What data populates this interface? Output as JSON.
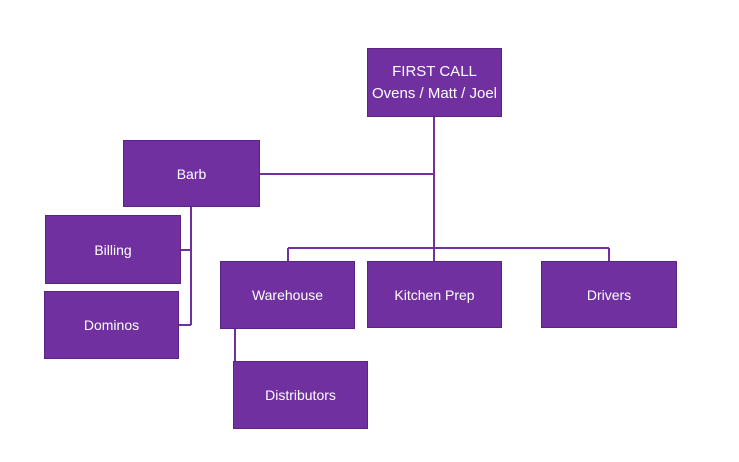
{
  "diagram": {
    "type": "org-chart",
    "box_color": "#7030a0",
    "line_color": "#7030a0",
    "text_color": "#ffffff",
    "nodes": {
      "first_call": {
        "line1": "FIRST CALL",
        "line2": "Ovens / Matt / Joel"
      },
      "barb": {
        "label": "Barb"
      },
      "billing": {
        "label": "Billing"
      },
      "dominos": {
        "label": "Dominos"
      },
      "warehouse": {
        "label": "Warehouse"
      },
      "kitchen_prep": {
        "label": "Kitchen Prep"
      },
      "drivers": {
        "label": "Drivers"
      },
      "distributors": {
        "label": "Distributors"
      }
    },
    "edges": [
      [
        "first_call",
        "barb"
      ],
      [
        "first_call",
        "warehouse"
      ],
      [
        "first_call",
        "kitchen_prep"
      ],
      [
        "first_call",
        "drivers"
      ],
      [
        "barb",
        "billing"
      ],
      [
        "barb",
        "dominos"
      ],
      [
        "warehouse",
        "distributors"
      ]
    ]
  }
}
